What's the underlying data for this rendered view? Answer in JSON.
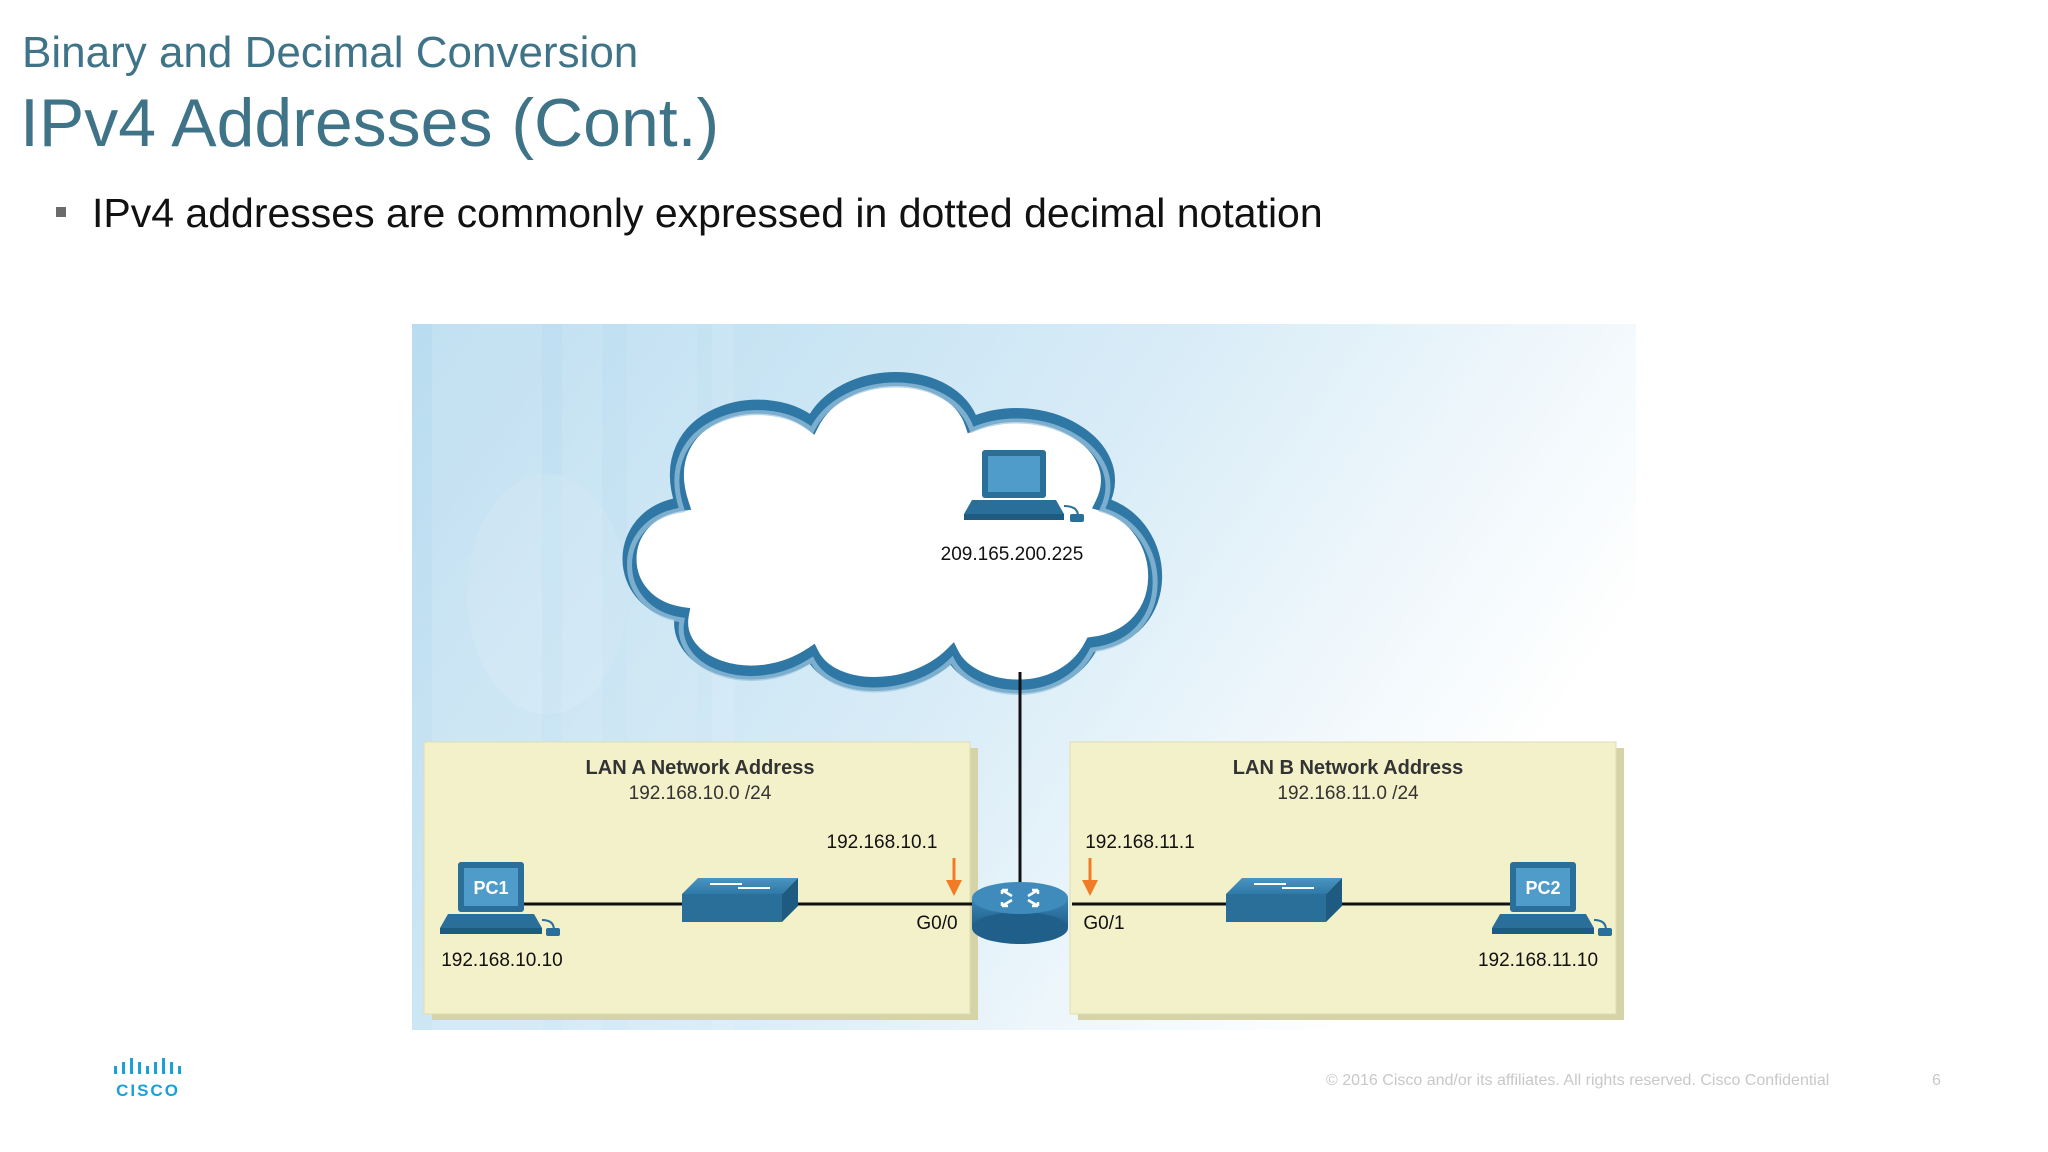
{
  "header": {
    "subtitle": "Binary and Decimal Conversion",
    "title": "IPv4 Addresses (Cont.)"
  },
  "bullets": [
    "IPv4 addresses are commonly expressed in dotted decimal notation"
  ],
  "diagram": {
    "internet_host_ip": "209.165.200.225",
    "lan_a": {
      "title": "LAN A Network Address",
      "network": "192.168.10.0 /24",
      "gateway_ip": "192.168.10.1",
      "router_interface": "G0/0",
      "pc_label": "PC1",
      "pc_ip": "192.168.10.10"
    },
    "lan_b": {
      "title": "LAN B Network Address",
      "network": "192.168.11.0 /24",
      "gateway_ip": "192.168.11.1",
      "router_interface": "G0/1",
      "pc_label": "PC2",
      "pc_ip": "192.168.11.10"
    }
  },
  "footer": {
    "logo_text": "CISCO",
    "copyright": "© 2016  Cisco and/or its affiliates. All rights reserved.   Cisco Confidential",
    "page_number": "6"
  },
  "colors": {
    "title": "#3f7488",
    "lan_box": "#f3f1c9",
    "device_blue": "#2a6f99",
    "arrow_orange": "#f07c26"
  }
}
